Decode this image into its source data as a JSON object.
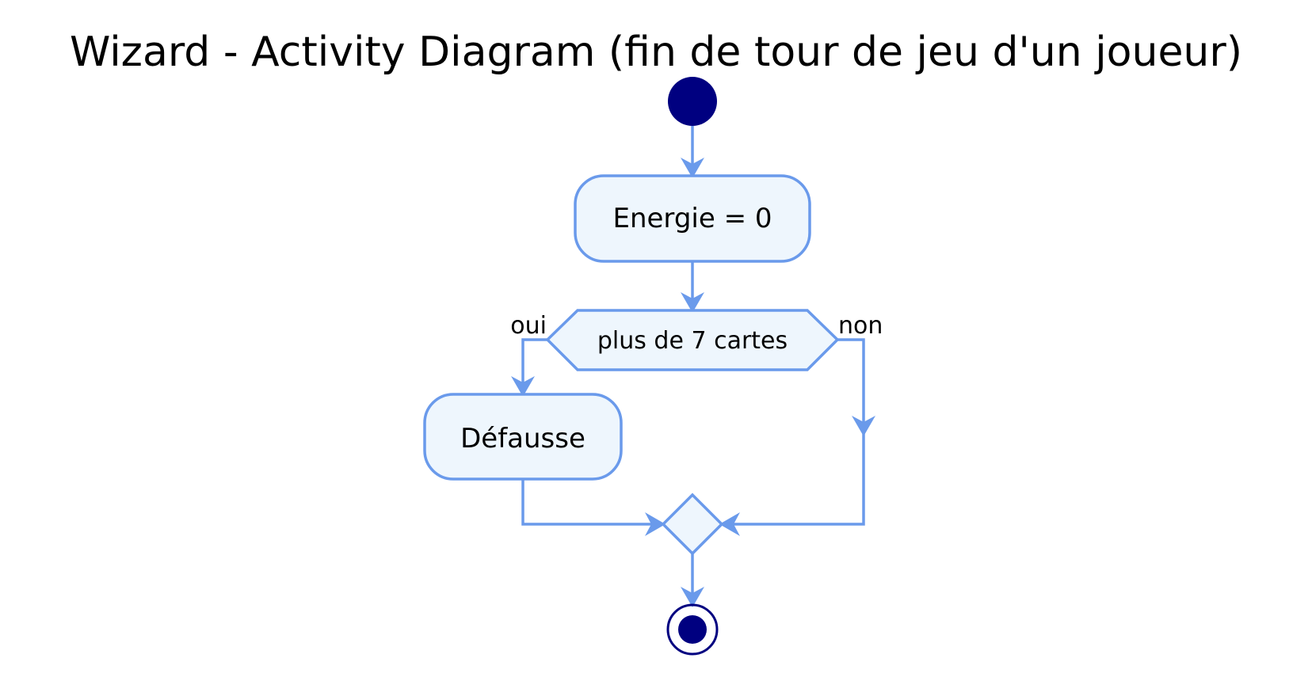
{
  "title": "Wizard - Activity Diagram (fin de tour de jeu d'un joueur)",
  "actions": {
    "energie": "Energie = 0",
    "defausse": "Défausse"
  },
  "decision": {
    "condition": "plus de 7 cartes",
    "yes_label": "oui",
    "no_label": "non"
  },
  "colors": {
    "line": "#6A9AEB",
    "fill": "#EEF6FD",
    "node": "#000080",
    "text": "#000000"
  }
}
